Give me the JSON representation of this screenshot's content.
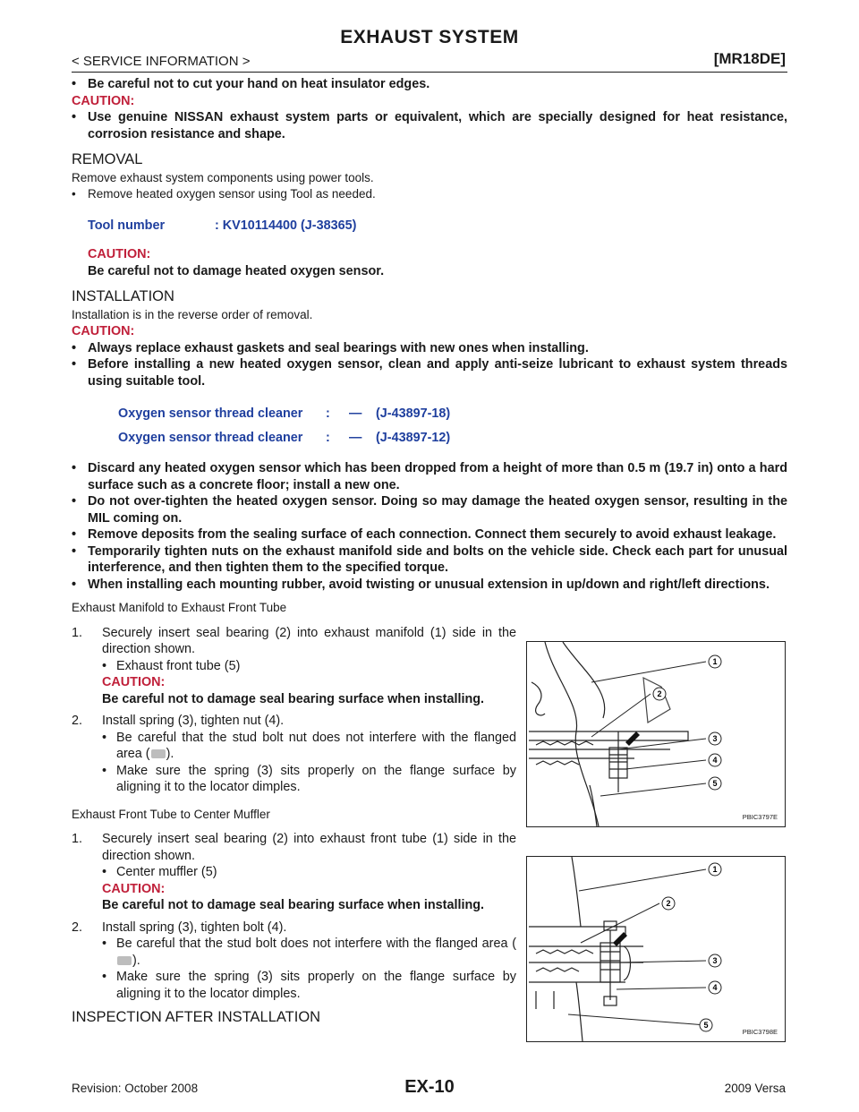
{
  "header": {
    "title": "EXHAUST SYSTEM",
    "section": "< SERVICE INFORMATION >",
    "engine": "[MR18DE]"
  },
  "intro": {
    "warn": "Be careful not to cut your hand on heat insulator edges.",
    "caution_label": "CAUTION:",
    "caution_text": "Use genuine NISSAN exhaust system parts or equivalent, which are specially designed for heat resistance, corrosion resistance and shape."
  },
  "removal": {
    "heading": "REMOVAL",
    "line1": "Remove exhaust system components using power tools.",
    "bullet": "Remove heated oxygen sensor using Tool as needed.",
    "tool_key": "Tool number",
    "tool_value": ": KV10114400 (J-38365)",
    "caution_label": "CAUTION:",
    "caution_text": "Be careful not to damage heated oxygen sensor."
  },
  "installation": {
    "heading": "INSTALLATION",
    "line1": "Installation is in the reverse order of removal.",
    "caution_label": "CAUTION:",
    "cautions_a": [
      "Always replace exhaust gaskets and seal bearings with new ones when installing.",
      "Before installing a new heated oxygen sensor, clean and apply anti-seize lubricant to exhaust system threads using suitable tool."
    ],
    "tools": [
      {
        "name": "Oxygen sensor thread cleaner",
        "colon": ":",
        "dash": "—",
        "code": "(J-43897-18)"
      },
      {
        "name": "Oxygen sensor thread cleaner",
        "colon": ":",
        "dash": "—",
        "code": "(J-43897-12)"
      }
    ],
    "cautions_b": [
      "Discard any heated oxygen sensor which has been dropped from a height of more than 0.5 m (19.7 in) onto a hard surface such as a concrete floor; install a new one.",
      "Do not over-tighten the heated oxygen sensor. Doing so may damage the heated oxygen sensor, resulting in the MIL coming on.",
      "Remove deposits from the sealing surface of each connection. Connect them securely to avoid exhaust leakage.",
      "Temporarily tighten nuts on the exhaust manifold side and bolts on the vehicle side. Check each part for unusual interference, and then tighten them to the specified torque.",
      "When installing each mounting rubber, avoid twisting or unusual extension in up/down and right/left directions."
    ]
  },
  "section1": {
    "title": "Exhaust Manifold to Exhaust Front Tube",
    "step1_num": "1.",
    "step1": "Securely insert seal bearing (2) into exhaust manifold (1) side in the direction shown.",
    "step1_sub": "Exhaust front tube (5)",
    "caution_label": "CAUTION:",
    "caution_text": "Be careful not to damage seal bearing surface when installing.",
    "step2_num": "2.",
    "step2": "Install spring (3), tighten nut (4).",
    "sub_a_pre": "Be careful that the stud bolt nut does not interfere with the flanged area (",
    "sub_a_post": ").",
    "sub_b": "Make sure the spring (3) sits properly on the flange surface by aligning it to the locator dimples.",
    "figure_code": "PBIC3797E",
    "callouts": [
      "1",
      "2",
      "3",
      "4",
      "5"
    ]
  },
  "section2": {
    "title": "Exhaust Front Tube to Center Muffler",
    "step1_num": "1.",
    "step1": "Securely insert seal bearing (2) into exhaust front tube (1) side in the direction shown.",
    "step1_sub": "Center muffler (5)",
    "caution_label": "CAUTION:",
    "caution_text": "Be careful not to damage seal bearing surface when installing.",
    "step2_num": "2.",
    "step2": "Install spring (3), tighten bolt (4).",
    "sub_a_pre": "Be careful that the stud bolt does not interfere with the flanged area (",
    "sub_a_post": ").",
    "sub_b": "Make sure the spring (3) sits properly on the flange surface by aligning it to the locator dimples.",
    "figure_code": "PBIC3798E",
    "callouts": [
      "1",
      "2",
      "3",
      "4",
      "5"
    ]
  },
  "inspection": {
    "heading": "INSPECTION AFTER INSTALLATION"
  },
  "footer": {
    "revision": "Revision: October 2008",
    "page": "EX-10",
    "model": "2009 Versa"
  },
  "colors": {
    "caution": "#c0203a",
    "tool": "#1f3f9e"
  }
}
